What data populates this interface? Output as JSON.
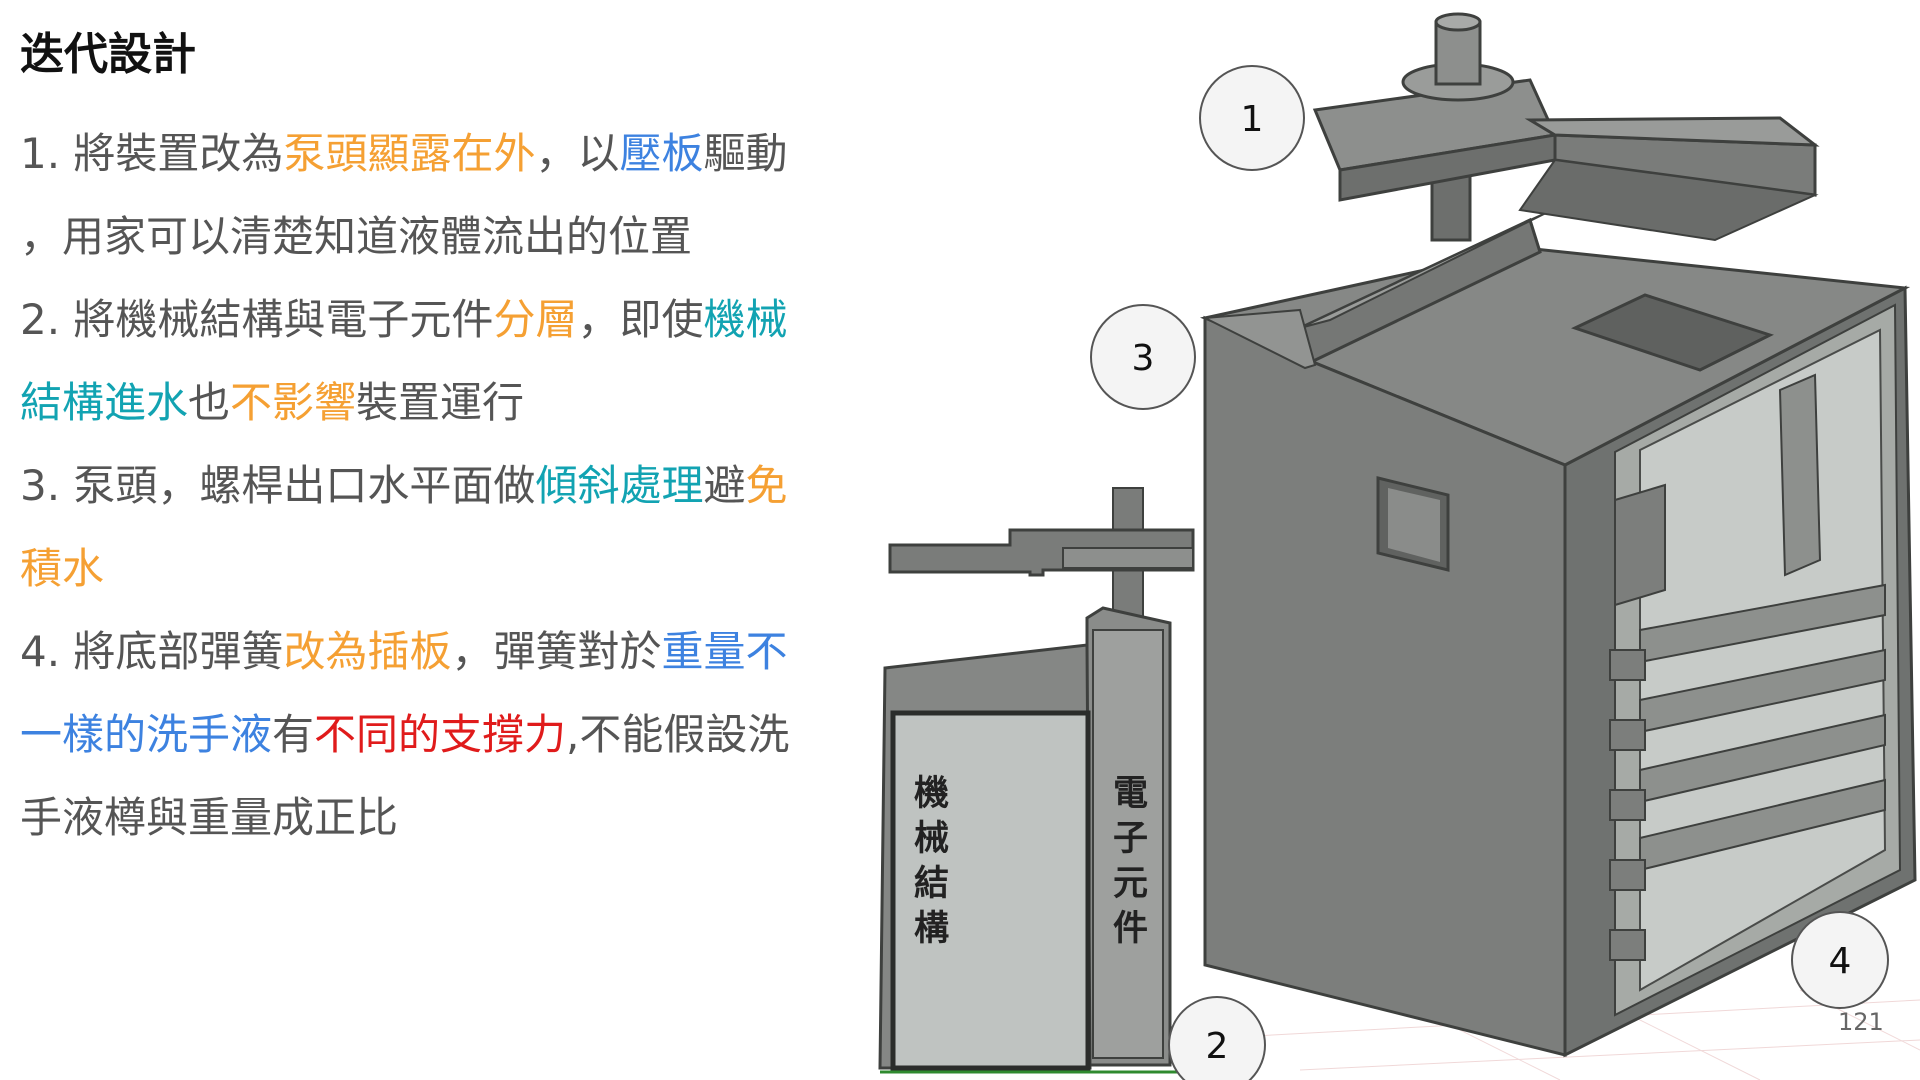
{
  "title": "迭代設計",
  "body": {
    "line1": {
      "p1": "1.  將裝置改為",
      "h1": "泵頭顯露在外",
      "p2": "，以",
      "h2": "壓板",
      "p3": "驅動"
    },
    "line2": {
      "p1": "，用家可以清楚知道液體流出的位置"
    },
    "line3": {
      "p1": "2. 將機械結構與電子元件",
      "h1": "分層",
      "p2": "，即使",
      "h2": "機械"
    },
    "line4": {
      "h1": "結構進水",
      "p1": "也",
      "h2": "不影響",
      "p2": "裝置運行"
    },
    "line5": {
      "p1": "3. 泵頭，螺桿出口水平面做",
      "h1": "傾斜處理",
      "p2": "避",
      "h2": "免"
    },
    "line6": {
      "h1": "積水"
    },
    "line7": {
      "p1": "4. 將底部彈簧",
      "h1": "改為插板",
      "p2": "，彈簧對於",
      "h2": "重量不"
    },
    "line8": {
      "h1": "一樣的洗手液",
      "p1": "有",
      "h2": "不同的支撐力",
      "p2": ",不能假設洗"
    },
    "line9": {
      "p1": "手液樽與重量成正比"
    }
  },
  "diagram": {
    "callouts": [
      "1",
      "2",
      "3",
      "4"
    ],
    "mechanical_label": "機械結構",
    "electronics_label": "電子元件"
  },
  "colors": {
    "orange": "#F5A033",
    "blue": "#3D82E0",
    "teal": "#12A3B2",
    "red": "#E01B1B",
    "body_gray": "#555555",
    "cad_gray": "#7D7F7D"
  },
  "page_number": "121"
}
